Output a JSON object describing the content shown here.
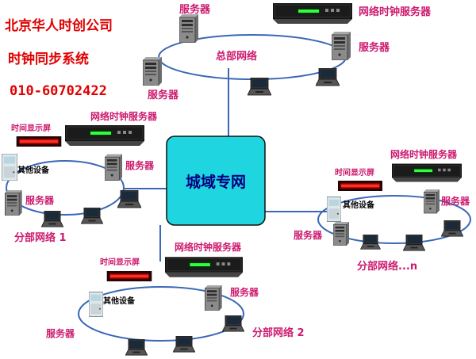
{
  "company": {
    "name": "北京华人时创公司",
    "system": "时钟同步系统",
    "phone": "010-60702422"
  },
  "colors": {
    "label": "#cc1a6e",
    "title": "#e00000",
    "ring": "#3a67b8",
    "core_fill": "#1fd6e0",
    "line": "#3a67b8"
  },
  "core": {
    "label": "城域专网"
  },
  "hq": {
    "name": "总部网络",
    "server_left_top": "服务器",
    "server_left_bottom": "服务器",
    "server_right": "服务器",
    "ntp": "网络时钟服务器"
  },
  "branch1": {
    "name": "分部网络 1",
    "ntp": "网络时钟服务器",
    "display": "时间显示屏",
    "other": "其他设备",
    "server_right": "服务器",
    "server_left": "服务器"
  },
  "branchn": {
    "name": "分部网络...n",
    "ntp": "网络时钟服务器",
    "display": "时间显示屏",
    "other": "其他设备",
    "server_right": "服务器",
    "server_bottom": "服务器"
  },
  "branch2": {
    "name": "分部网络 2",
    "ntp": "网络时钟服务器",
    "display": "时间显示屏",
    "other": "其他设备",
    "server_right": "服务器",
    "server_left": "服务器"
  },
  "icons": [
    "ntp-server-icon",
    "server-tower-icon",
    "laptop-icon",
    "display-screen-icon",
    "other-device-cabinet-icon"
  ]
}
